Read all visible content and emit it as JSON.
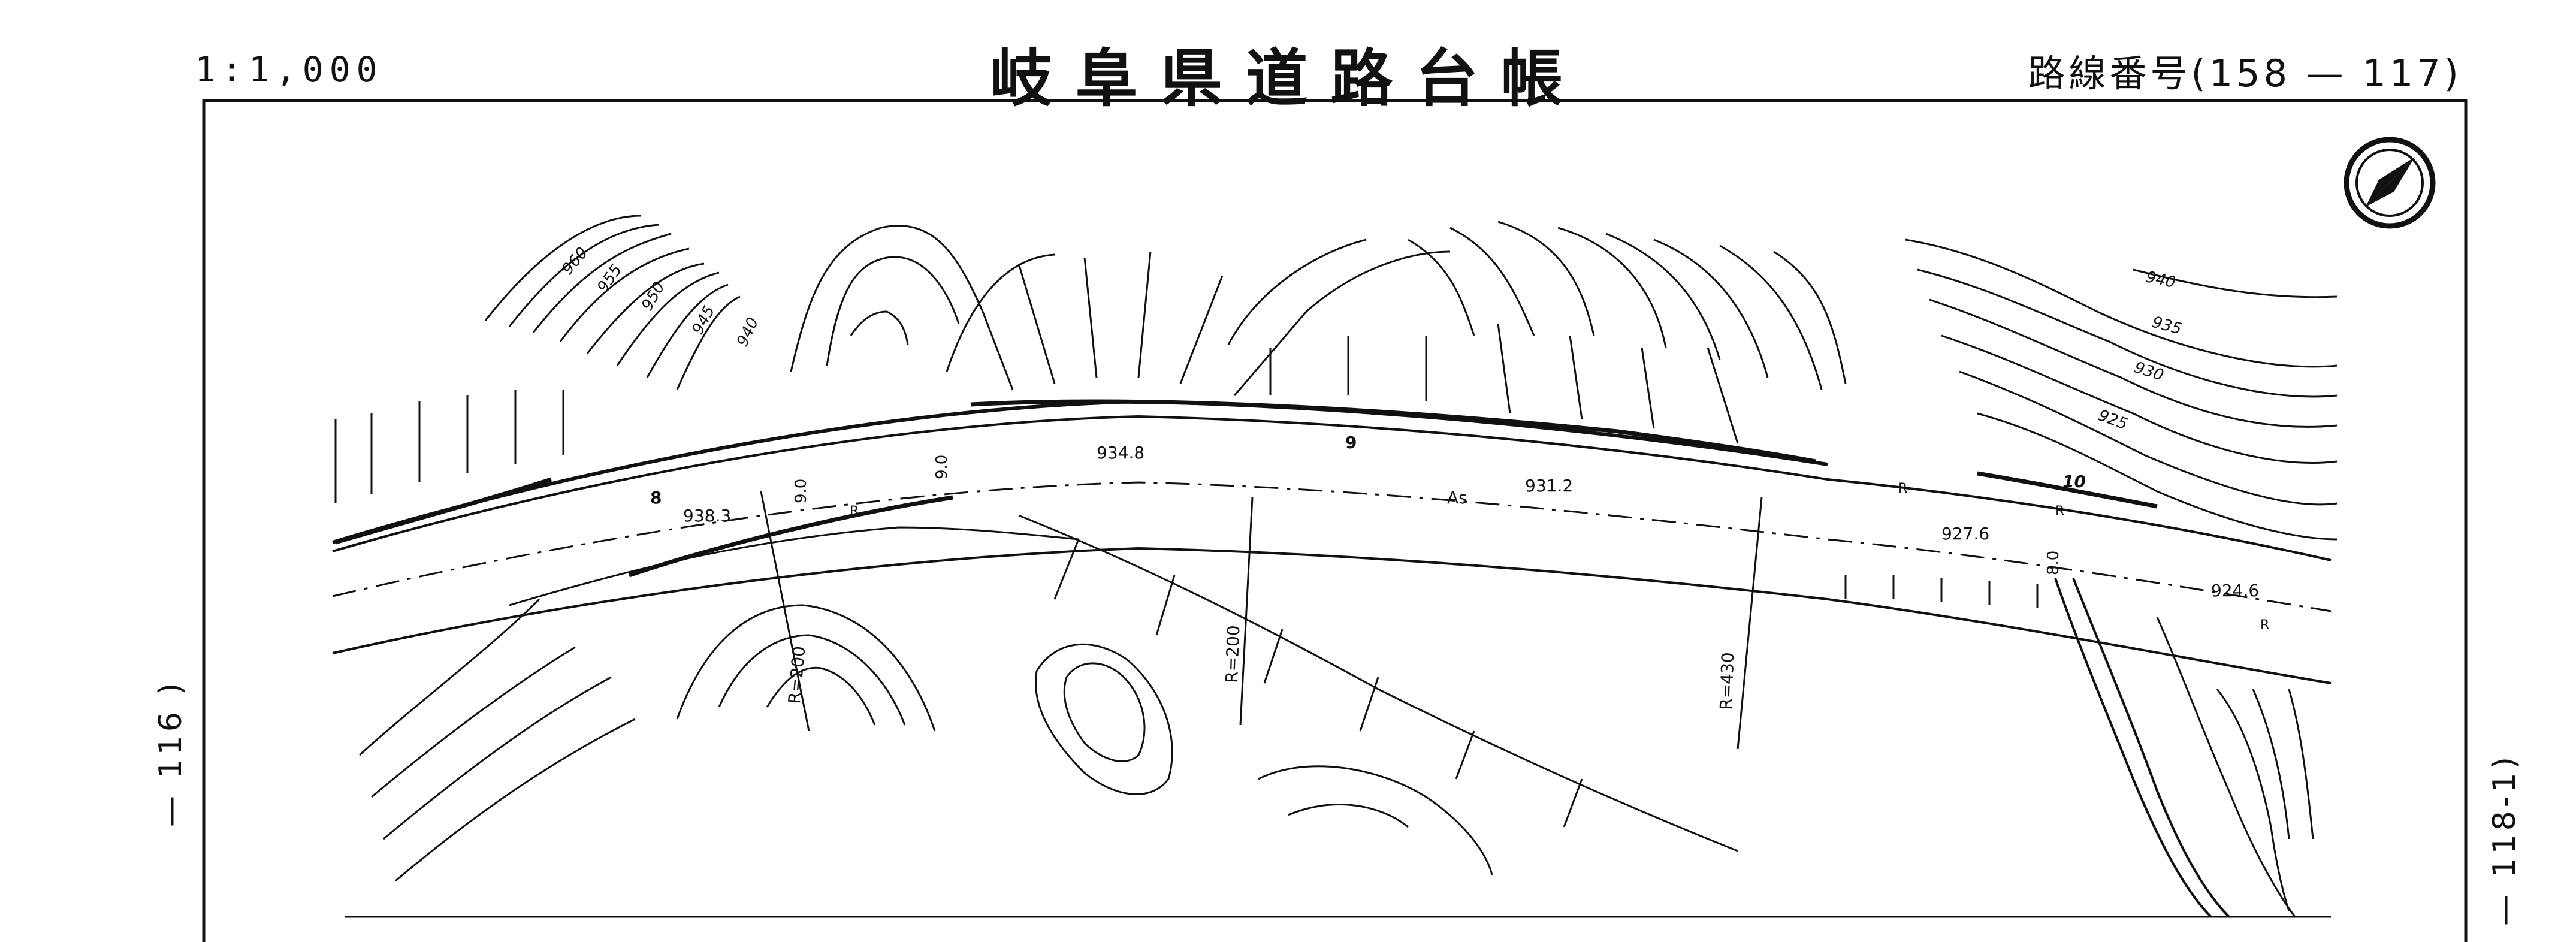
{
  "header": {
    "scale": "1:1,000",
    "title": "岐阜県道路台帳",
    "route_label": "路線番号(158 — 117)"
  },
  "margins": {
    "left_sheet_ref": "— 116 )",
    "right_sheet_ref": "— 118-1)"
  },
  "map": {
    "station_labels": [
      "8",
      "9",
      "10"
    ],
    "elevations": [
      "938.3",
      "934.8",
      "931.2",
      "927.6",
      "924.6"
    ],
    "road_widths": [
      "9.0",
      "9.0",
      "8.0"
    ],
    "surface": "As",
    "curve_labels": [
      "R=200",
      "R=200",
      "R=430"
    ],
    "contour_labels": [
      "960",
      "955",
      "950",
      "945",
      "940",
      "940",
      "935",
      "930",
      "925"
    ],
    "r_marks": [
      "R",
      "R",
      "R",
      "R"
    ]
  },
  "icons": {
    "north_arrow": "north-arrow-icon"
  }
}
